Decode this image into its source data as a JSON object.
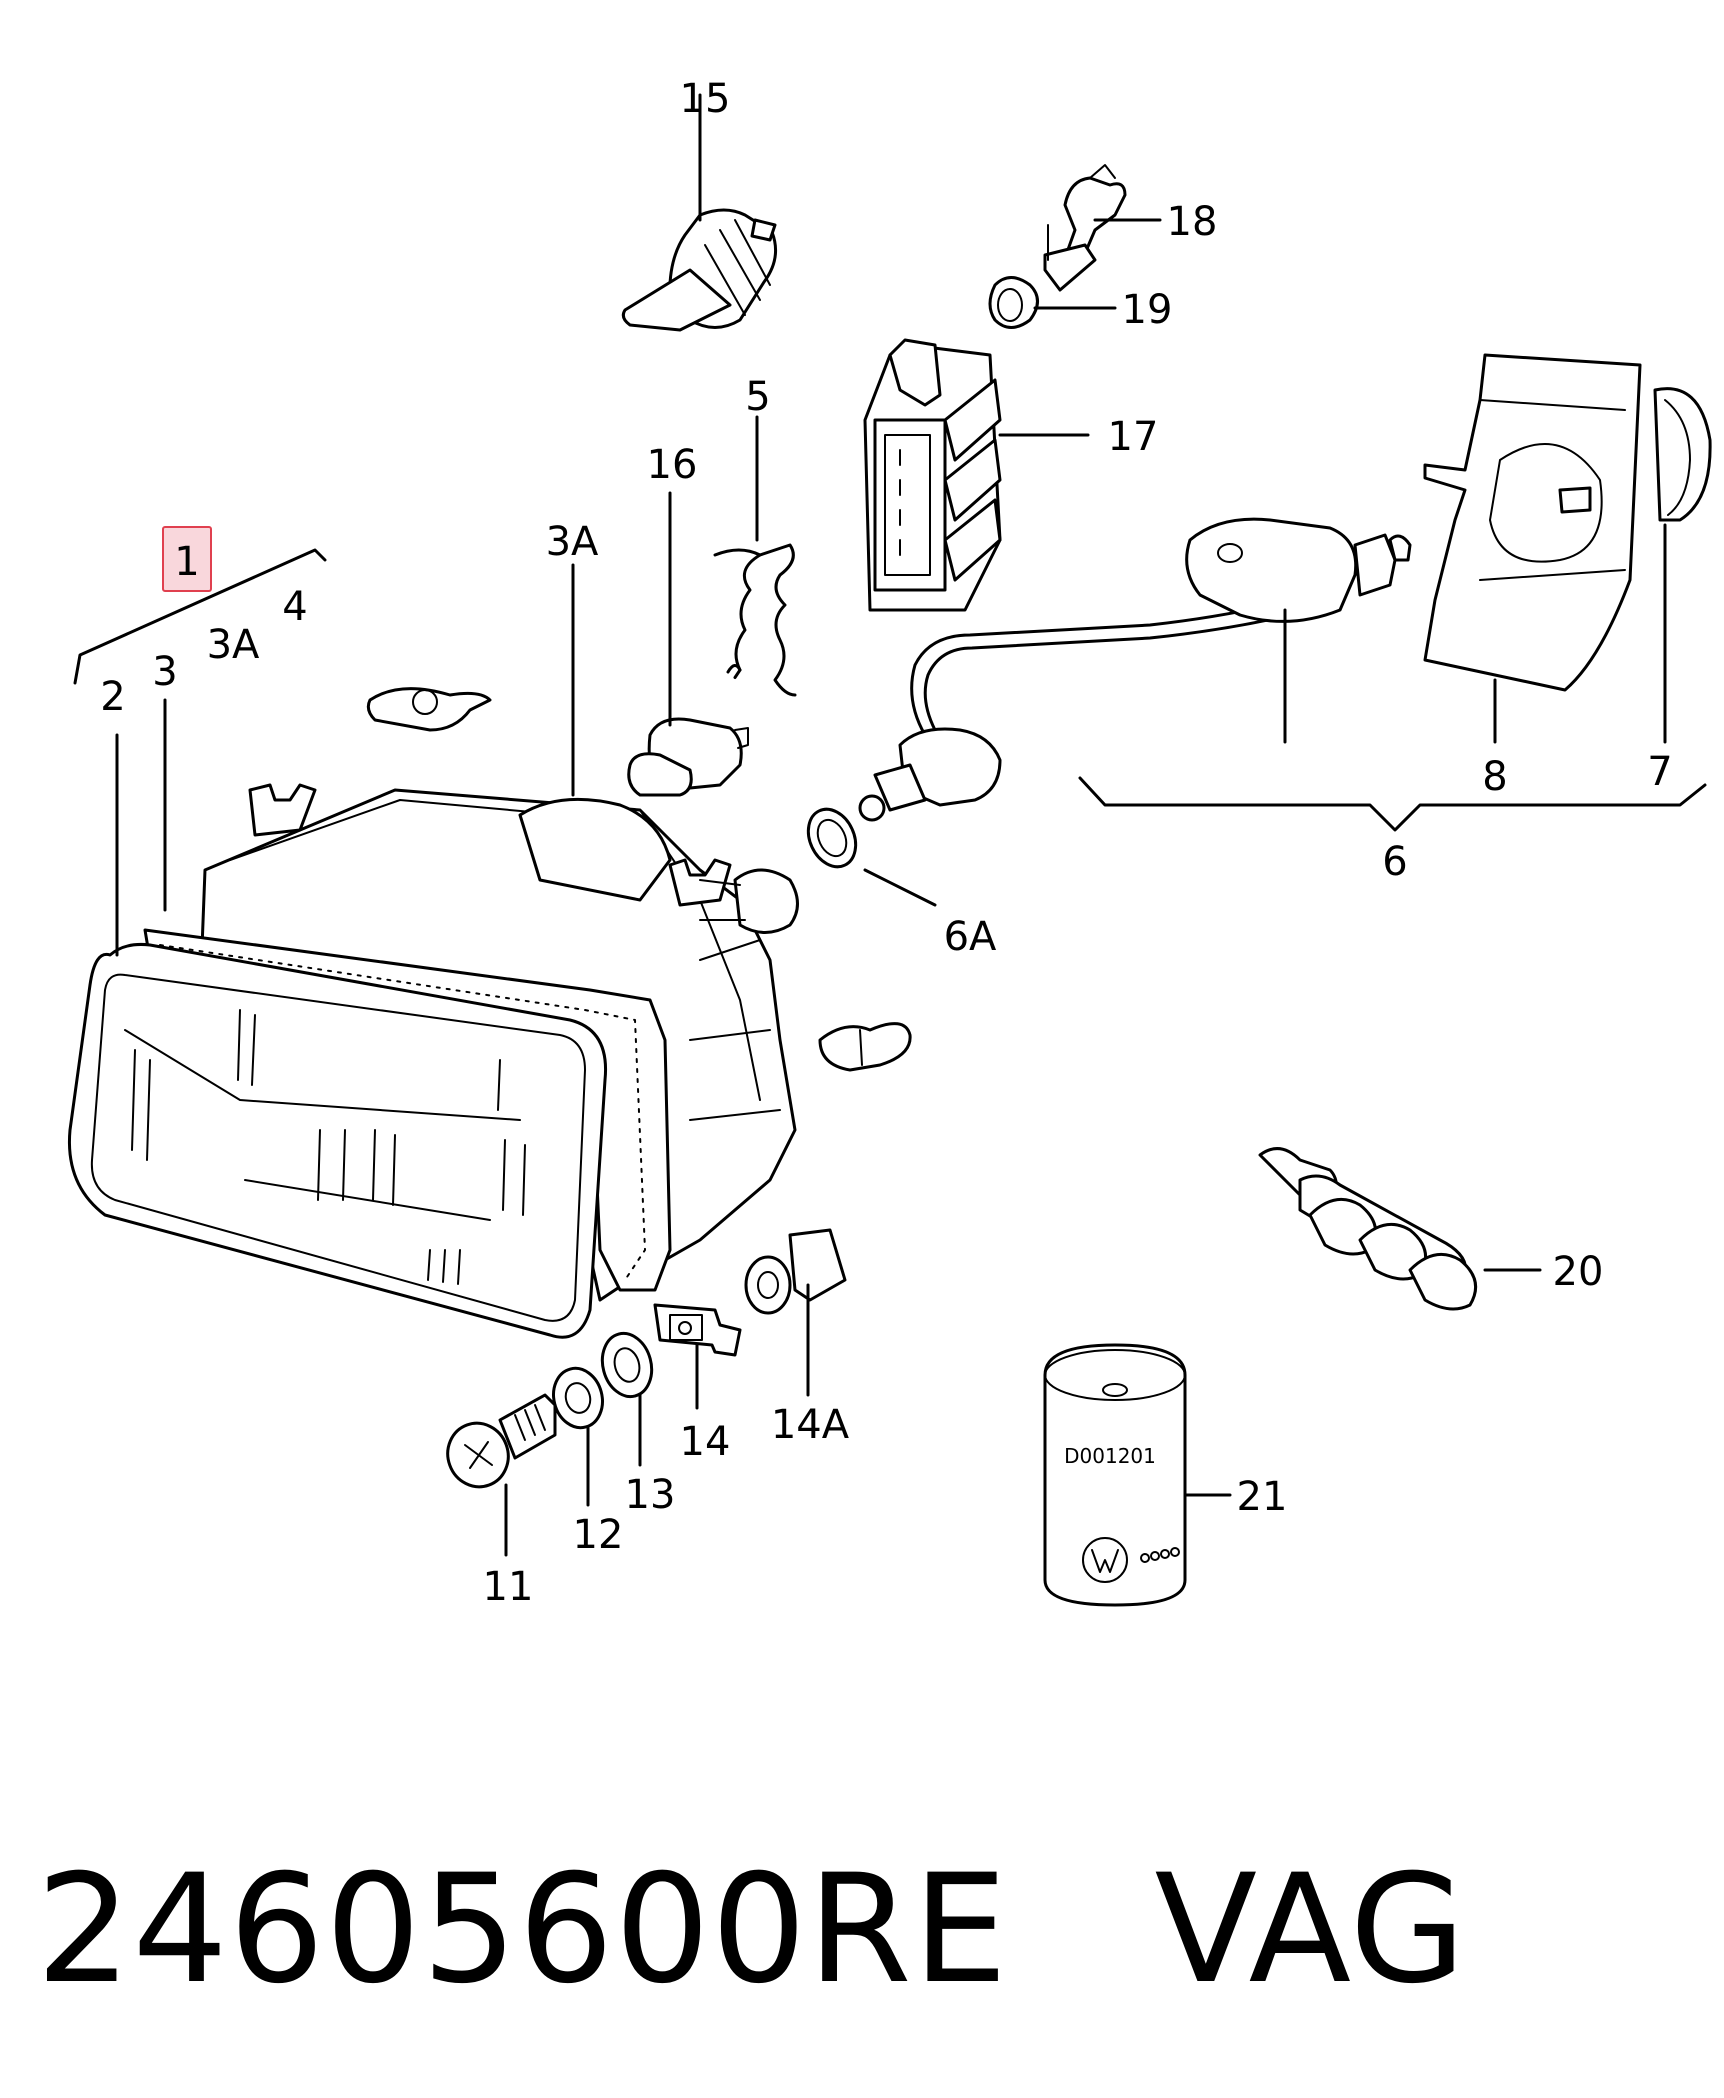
{
  "labels": {
    "l1": "1",
    "l2": "2",
    "l3": "3",
    "l3a_left": "3A",
    "l3a_top": "3A",
    "l4": "4",
    "l5": "5",
    "l6": "6",
    "l6a": "6A",
    "l7": "7",
    "l8": "8",
    "l11": "11",
    "l12": "12",
    "l13": "13",
    "l14": "14",
    "l14a": "14A",
    "l15": "15",
    "l16": "16",
    "l17": "17",
    "l18": "18",
    "l19": "19",
    "l20": "20",
    "l21": "21"
  },
  "can_text": "D001201",
  "footer": {
    "part_number": "24605600RE",
    "brand": "VAG"
  },
  "colors": {
    "highlight_fill": "#f9d7dc",
    "highlight_border": "#e0404f",
    "ink": "#000000"
  }
}
